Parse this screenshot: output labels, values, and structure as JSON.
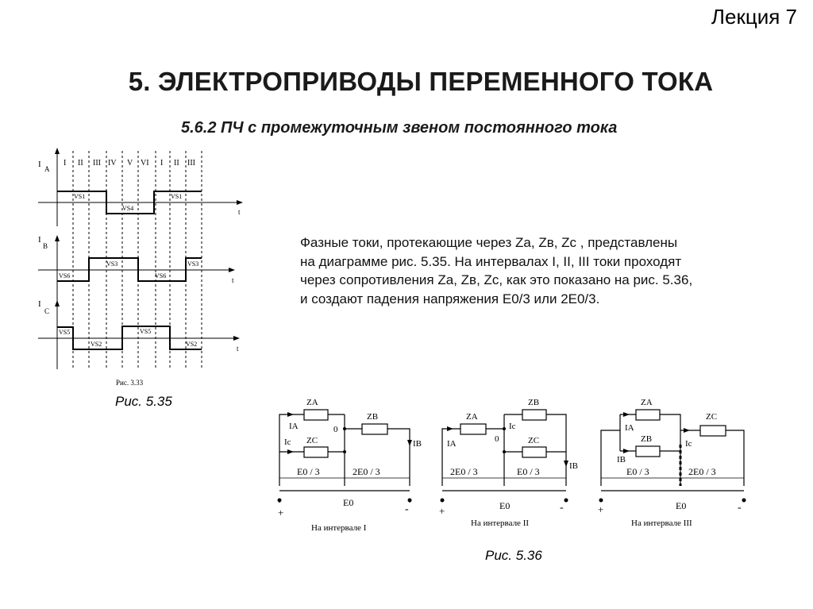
{
  "header": {
    "lecture": "Лекция 7"
  },
  "title": "5. ЭЛЕКТРОПРИВОДЫ ПЕРЕМЕННОГО ТОКА",
  "subtitle": "5.6.2 ПЧ с промежуточным звеном постоянного тока",
  "paragraph": {
    "lines": [
      "Фазные токи, протекающие через Za,  Zв,  Zc ,  представлены",
      "на диаграмме рис. 5.35. На интервалах I, II, III  токи проходят",
      "через сопротивления Za,  Zв,  Zc, как это показано на рис. 5.36,",
      "и создают падения напряжения    E0/3    или   2E0/3."
    ]
  },
  "fig35": {
    "caption": "Рис. 5.35",
    "inner_caption": "Рис. 3.33",
    "intervals": [
      "I",
      "II",
      "III",
      "IV",
      "V",
      "VI",
      "I",
      "II",
      "III"
    ],
    "time_label": "t",
    "phases": [
      {
        "label": "I",
        "sub": "A",
        "upper": [
          "VS1",
          "VS1"
        ],
        "lower": [
          "VS4"
        ]
      },
      {
        "label": "I",
        "sub": "B",
        "upper": [
          "VS3",
          "VS3"
        ],
        "lower": [
          "VS6",
          "VS6"
        ]
      },
      {
        "label": "I",
        "sub": "C",
        "upper": [
          "VS5",
          "VS5"
        ],
        "lower": [
          "VS2",
          "VS2"
        ]
      }
    ]
  },
  "fig36": {
    "caption": "Рис. 5.36",
    "circuits": [
      {
        "interval": "На интервале I",
        "z_top": "ZA",
        "z_mid": "ZC",
        "z_right": "ZB",
        "i_left1": "IA",
        "i_left2": "Ic",
        "i_right": "IB",
        "node": "0",
        "v_left": "E0 / 3",
        "v_right": "2E0 / 3",
        "total": "E0",
        "plus": "+",
        "minus": "-"
      },
      {
        "interval": "На интервале II",
        "z_top": "ZA",
        "z_mid": "ZC",
        "z_right": "ZB",
        "i_left1": "IA",
        "i_left2": "Ic",
        "i_right": "IB",
        "node": "0",
        "v_left": "2E0 / 3",
        "v_right": "E0 / 3",
        "total": "E0",
        "plus": "+",
        "minus": "-"
      },
      {
        "interval": "На интервале III",
        "z_top": "ZA",
        "z_mid": "ZB",
        "z_right": "ZC",
        "i_left1": "IA",
        "i_left2": "IB",
        "i_right": "Ic",
        "node": "",
        "v_left": "E0 / 3",
        "v_right": "2E0 / 3",
        "total": "E0",
        "plus": "+",
        "minus": "-"
      }
    ]
  }
}
